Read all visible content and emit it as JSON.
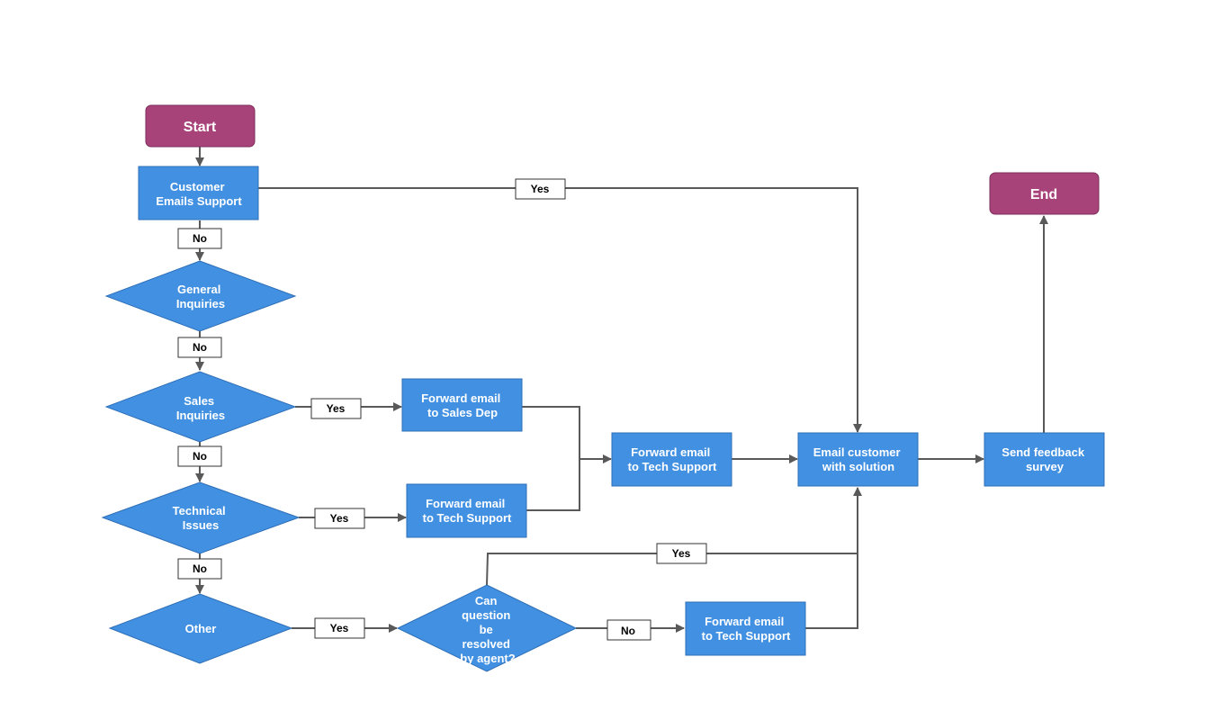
{
  "nodes": {
    "start": "Start",
    "end": "End",
    "customer_emails_support": [
      "Customer",
      "Emails Support"
    ],
    "general_inquiries": [
      "General",
      "Inquiries"
    ],
    "sales_inquiries": [
      "Sales",
      "Inquiries"
    ],
    "technical_issues": [
      "Technical",
      "Issues"
    ],
    "other": [
      "Other"
    ],
    "forward_sales": [
      "Forward email",
      "to Sales Dep"
    ],
    "forward_tech_1": [
      "Forward email",
      "to Tech Support"
    ],
    "forward_tech_2": [
      "Forward email",
      "to Tech Support"
    ],
    "forward_tech_3": [
      "Forward email",
      "to Tech Support"
    ],
    "email_customer": [
      "Email customer",
      "with solution"
    ],
    "send_feedback": [
      "Send feedback",
      "survey"
    ],
    "can_resolve": [
      "Can",
      "question",
      "be",
      "resolved",
      "by agent?"
    ]
  },
  "edge_labels": {
    "yes_customer": "Yes",
    "no_customer": "No",
    "no_general": "No",
    "yes_sales": "Yes",
    "no_sales": "No",
    "yes_technical": "Yes",
    "no_technical": "No",
    "yes_other": "Yes",
    "yes_resolve": "Yes",
    "no_resolve": "No"
  },
  "colors": {
    "process": "#4190e2",
    "terminal": "#a8437a",
    "connector": "#595959"
  }
}
